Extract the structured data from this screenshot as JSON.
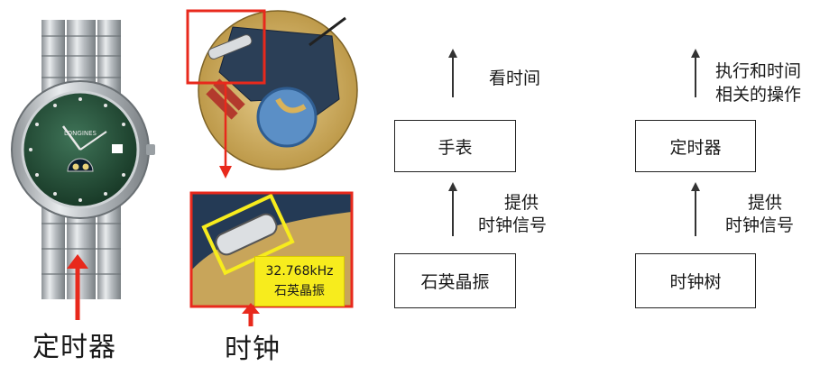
{
  "left": {
    "watch_caption": "定时器",
    "clock_caption": "时钟",
    "crystal_frequency": "32.768kHz",
    "crystal_name": "石英晶振",
    "brand_text": "LONGINES"
  },
  "diagram_watch": {
    "top_label": "看时间",
    "box_top": "手表",
    "mid_label_line1": "提供",
    "mid_label_line2": "时钟信号",
    "box_bottom": "石英晶振"
  },
  "diagram_timer": {
    "top_label_line1": "执行和时间",
    "top_label_line2": "相关的操作",
    "box_top": "定时器",
    "mid_label_line1": "提供",
    "mid_label_line2": "时钟信号",
    "box_bottom": "时钟树"
  },
  "colors": {
    "highlight_red": "#e8291c",
    "highlight_yellow": "#f7ec1d",
    "dial_green": "#1f4a34"
  }
}
